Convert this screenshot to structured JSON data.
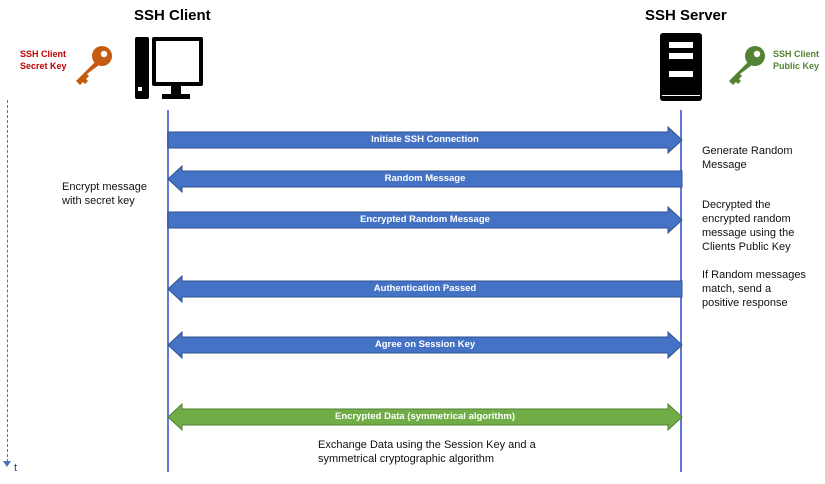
{
  "client": {
    "title": "SSH Client",
    "key_label_line1": "SSH Client",
    "key_label_line2": "Secret Key"
  },
  "server": {
    "title": "SSH Server",
    "key_label_line1": "SSH Client",
    "key_label_line2": "Public Key"
  },
  "colors": {
    "blue_arrow": "#4472c4",
    "green_arrow": "#70ad47",
    "secret_key": "#c55a11",
    "public_key": "#548235",
    "secret_label": "#c00000",
    "public_label": "#548235"
  },
  "time_axis_label": "t",
  "messages": [
    {
      "label": "Initiate SSH Connection",
      "direction": "right",
      "color": "blue"
    },
    {
      "label": "Random Message",
      "direction": "left",
      "color": "blue"
    },
    {
      "label": "Encrypted Random Message",
      "direction": "right",
      "color": "blue"
    },
    {
      "label": "Authentication Passed",
      "direction": "left",
      "color": "blue"
    },
    {
      "label": "Agree on Session Key",
      "direction": "both",
      "color": "blue"
    },
    {
      "label": "Encrypted Data (symmetrical algorithm)",
      "direction": "both",
      "color": "green"
    }
  ],
  "notes": {
    "generate": {
      "line1": "Generate Random",
      "line2": "Message"
    },
    "encrypt": {
      "line1": "Encrypt message",
      "line2": "with secret key"
    },
    "decrypt": {
      "line1": "Decrypted the",
      "line2": "encrypted random",
      "line3": "message using the",
      "line4": "Clients Public Key"
    },
    "match": {
      "line1": "If Random messages",
      "line2": "match, send a",
      "line3": "positive response"
    },
    "exchange": {
      "line1": "Exchange Data using the Session Key and a",
      "line2": "symmetrical cryptographic algorithm"
    }
  }
}
